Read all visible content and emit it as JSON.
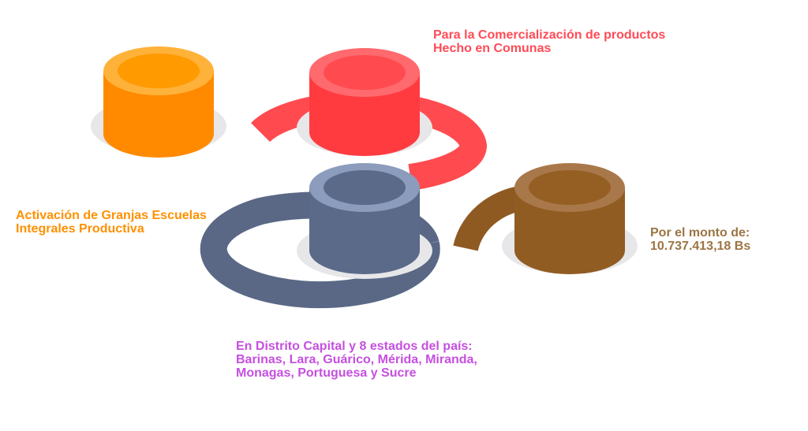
{
  "colors": {
    "orange": "#ff9a00",
    "orange_ring": "#ffa600",
    "orange_top": "#ffb23a",
    "orange_side": "#ff8a00",
    "red": "#ff4b50",
    "red_ring": "#ff4b50",
    "red_top": "#ff6a6e",
    "red_side": "#ff3b40",
    "slate": "#5b6a89",
    "slate_ring": "#5a6886",
    "slate_top": "#8c9cbc",
    "slate_side": "#5b6a89",
    "brown": "#955f24",
    "brown_ring": "#8f5a22",
    "brown_top": "#a9784a",
    "brown_side": "#915c22",
    "shadow": "#e7e7e9",
    "label_orange": "#ff9000",
    "label_red": "#ff4b56",
    "label_brown": "#9c7444",
    "label_purple": "#c64fe0"
  },
  "steps": [
    {
      "id": "orange",
      "lines": [
        "Activación de Granjas Escuelas",
        "Integrales Productiva"
      ]
    },
    {
      "id": "red",
      "lines": [
        "Para la Comercialización de productos",
        "Hecho en Comunas"
      ]
    },
    {
      "id": "slate",
      "lines": [
        "En Distrito Capital y 8 estados del país:",
        "Barinas, Lara, Guárico, Mérida, Miranda,",
        "Monagas, Portuguesa y Sucre"
      ]
    },
    {
      "id": "brown",
      "lines": [
        "Por el monto de:",
        "10.737.413,18 Bs"
      ]
    }
  ]
}
